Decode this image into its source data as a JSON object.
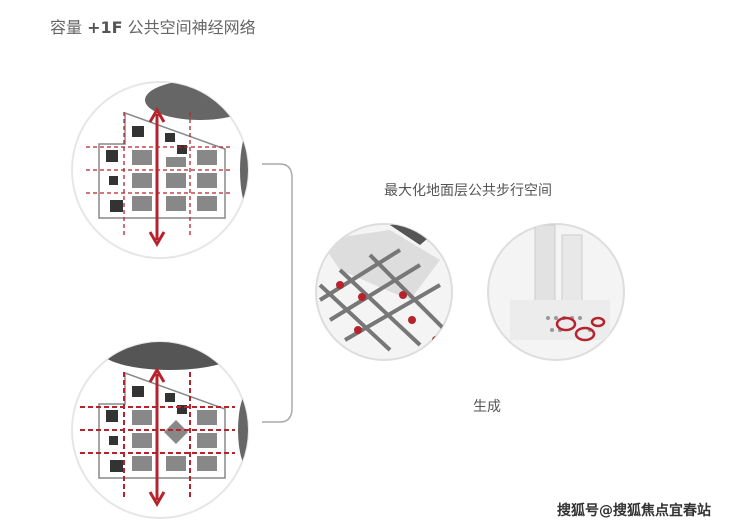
{
  "title": {
    "prefix": "容量 ",
    "bold": "+1F",
    "suffix": " 公共空间神经网络"
  },
  "subtitle": "最大化地面层公共步行空间",
  "generate_label": "生成",
  "watermark": "搜狐号@搜狐焦点宜春站",
  "colors": {
    "accent": "#b5242c",
    "gray": "#888888",
    "dark": "#333333"
  }
}
